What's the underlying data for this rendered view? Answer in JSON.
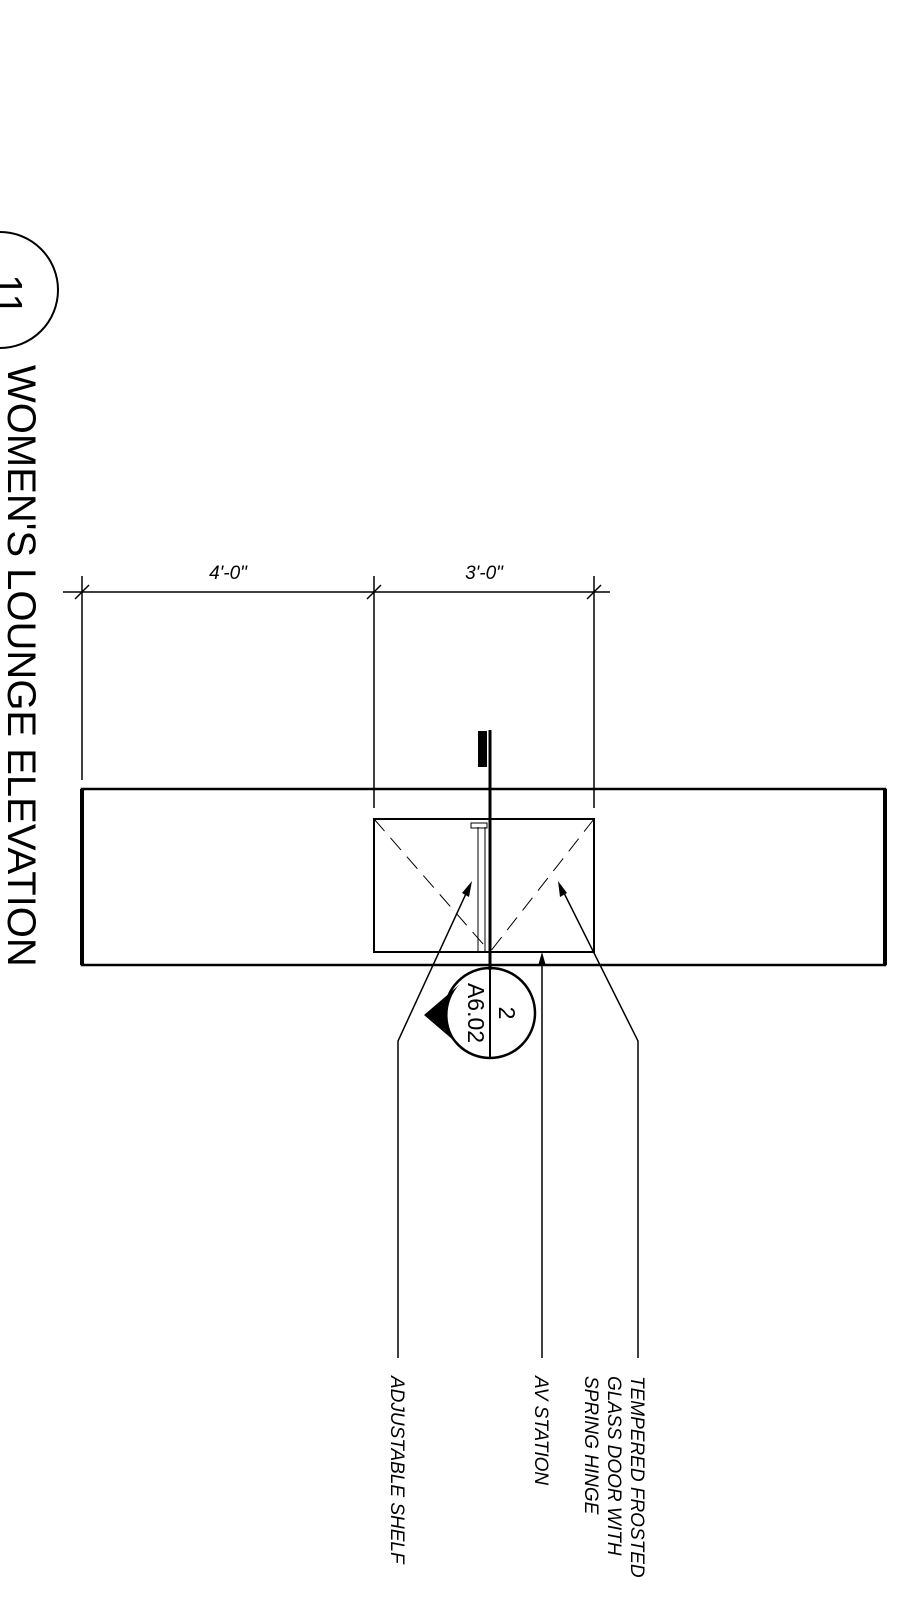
{
  "title": {
    "number": "11",
    "text": "WOMEN'S LOUNGE ELEVATION"
  },
  "dimensions": {
    "left": "4'-0\"",
    "right": "3'-0\""
  },
  "section_tag": {
    "number": "2",
    "sheet": "A6.02"
  },
  "notes": {
    "adjustable_shelf": "ADJUSTABLE SHELF",
    "av_station": "AV STATION",
    "door_line1": "TEMPERED FROSTED",
    "door_line2": "GLASS DOOR WITH",
    "door_line3": "SPRING HINGE"
  }
}
